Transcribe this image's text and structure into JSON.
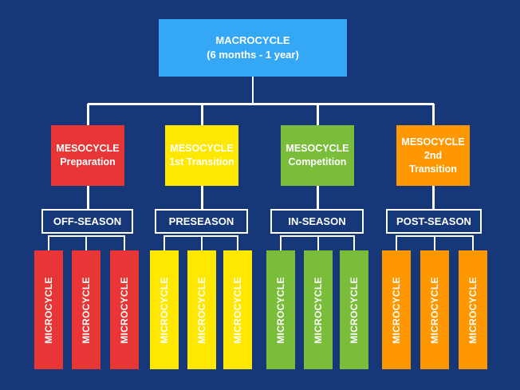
{
  "macrocycle": {
    "title": "MACROCYCLE",
    "subtitle": "(6 months - 1 year)",
    "color": "#35A8F5"
  },
  "background": "#163878",
  "mesocycles": [
    {
      "title": "MESOCYCLE",
      "sub1": "Preparation",
      "sub2": "",
      "color": "#E83535"
    },
    {
      "title": "MESOCYCLE",
      "sub1": "1st Transition",
      "sub2": "",
      "color": "#FFE800"
    },
    {
      "title": "MESOCYCLE",
      "sub1": "Competition",
      "sub2": "",
      "color": "#7ABD3A"
    },
    {
      "title": "MESOCYCLE",
      "sub1": "2nd",
      "sub2": "Transition",
      "color": "#FF9800"
    }
  ],
  "seasons": [
    "OFF-SEASON",
    "PRESEASON",
    "IN-SEASON",
    "POST-SEASON"
  ],
  "microcycle_label": "MICROCYCLE"
}
